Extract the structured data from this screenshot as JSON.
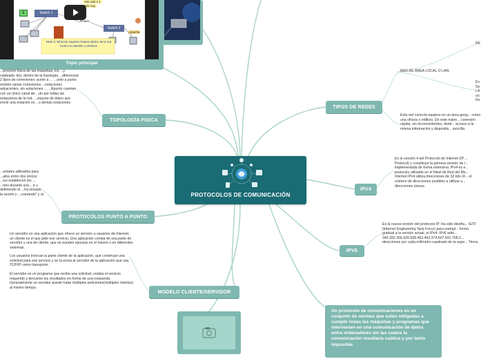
{
  "central_topic": {
    "title": "PROTOCOLOS DE COMUNICACIÓN"
  },
  "main_topic_card": {
    "label": "Topic principal"
  },
  "video_thumbnail": {
    "switch1": "Switch 1",
    "switch2": "Switch 2",
    "router": "Router",
    "apache": "Apache",
    "ip_label": "192.168.1.1",
    "ip_label2": "202.11g",
    "caption": "Nivel 2: Ethernet soporta Frames dentro de la red local con alambre y wireless",
    "play_icon": "play-icon"
  },
  "topics": {
    "topologia_fisica": "TOPOLOGÍA FISICA",
    "protocolos_punto": "PROTOCOLOS PUNTO A PUNTO",
    "modelo_cliente": "MODELO CLIENTE/SERVIDOR",
    "tipos_redes": "TIPOS DE REDES",
    "ipv4": "IPV4",
    "ipv6": "IPV6"
  },
  "notes": {
    "topologia": "...posición física de las máquinas, los ...y cableado. Así, dentro de la topología ...diferenciar 2 tipos de conexiones: punto a ... ...unto a punto existen varias conexiones ...estaciones adyacentes, sin estaciones ... ...ltipunto cuentan con un único canal de ...do por todas las estaciones de la red. ...onjunto de datos que envíé una estación es ...s demás estaciones",
    "punto_a_punto": "...entales utilizados para ...atos entre dos únicos ...ice establecen los ... ...rtes durante una ...e y definiendo el ...ha iniciado la sesión y ...comando\" y al",
    "cliente_servidor_1": "Un servidor es una aplicación que ofrece un servicio a usuarios de Internet; un cliente es el que pide ese servicio. Una aplicación consta de una parte de servidor y una de cliente, que se pueden ejecutar en el mismo o en diferentes sistemas.",
    "cliente_servidor_2": "Los usuarios invocan la parte cliente de la aplicación, que construye una solicitud para ese servicio y se la envía al servidor de la aplicación que usa TCP/IP como transporte.",
    "cliente_servidor_3": "El servidor es un programa que recibe una solicitud, realiza el servicio requerido y devuelve los resultados en forma de una respuesta. Generalmente un servidor puede tratar múltiples peticiones(múltiples clientes) al mismo tiempo.",
    "red_area_local": "RED DE ÁREA LOCAL O LAN.",
    "red_right_top": "RE",
    "red_right_mid": "Ev Se LA un tra",
    "red_desc": "Esta red conecta equipos en un área geog... como una oficina o edificio. De este mane... conexión rápida, sin inconvenientes, dond... acceso a la misma información y dispositiv... sencilla.",
    "ipv4_desc": "Es la versión 4 del Protocolo de Internet (IP ... Protocol) y constituye la primera versión de I... implementada de forma extensiva. IPv4 es e... protocolo utilizado en el Nivel de Red del Mo... Internet.IPv4 utiliza direcciones de 32 bits (4... el número de direcciones posibles a utilizar a... direcciones únicas.",
    "ipv6_desc": "Es la nueva versión del protocolo IP. Ha sido diseña... IETF (Internet Engineering Task Force) para reempl... forma gradual a la versión actual, el IPv4. IPv6 adm... 340.282.366.920.938.463.463.374.607.431.768.2... direcciones por cada milímetro cuadrado de la supe... Tierra."
  },
  "callout": "Un protocolo de comunicaciones es un conjunto de normas que están obligadas a cumplir todas las máquinas y programas que intervienen en una comunicación de datos entre ordenadores sin las cuales la comunicación resultaría caótica y por tanto imposible.",
  "image_placeholder": {
    "icon": "camera-icon"
  },
  "colors": {
    "topic": "#7fb8b0",
    "central": "#1a6b73",
    "line": "#9cc8bf"
  }
}
